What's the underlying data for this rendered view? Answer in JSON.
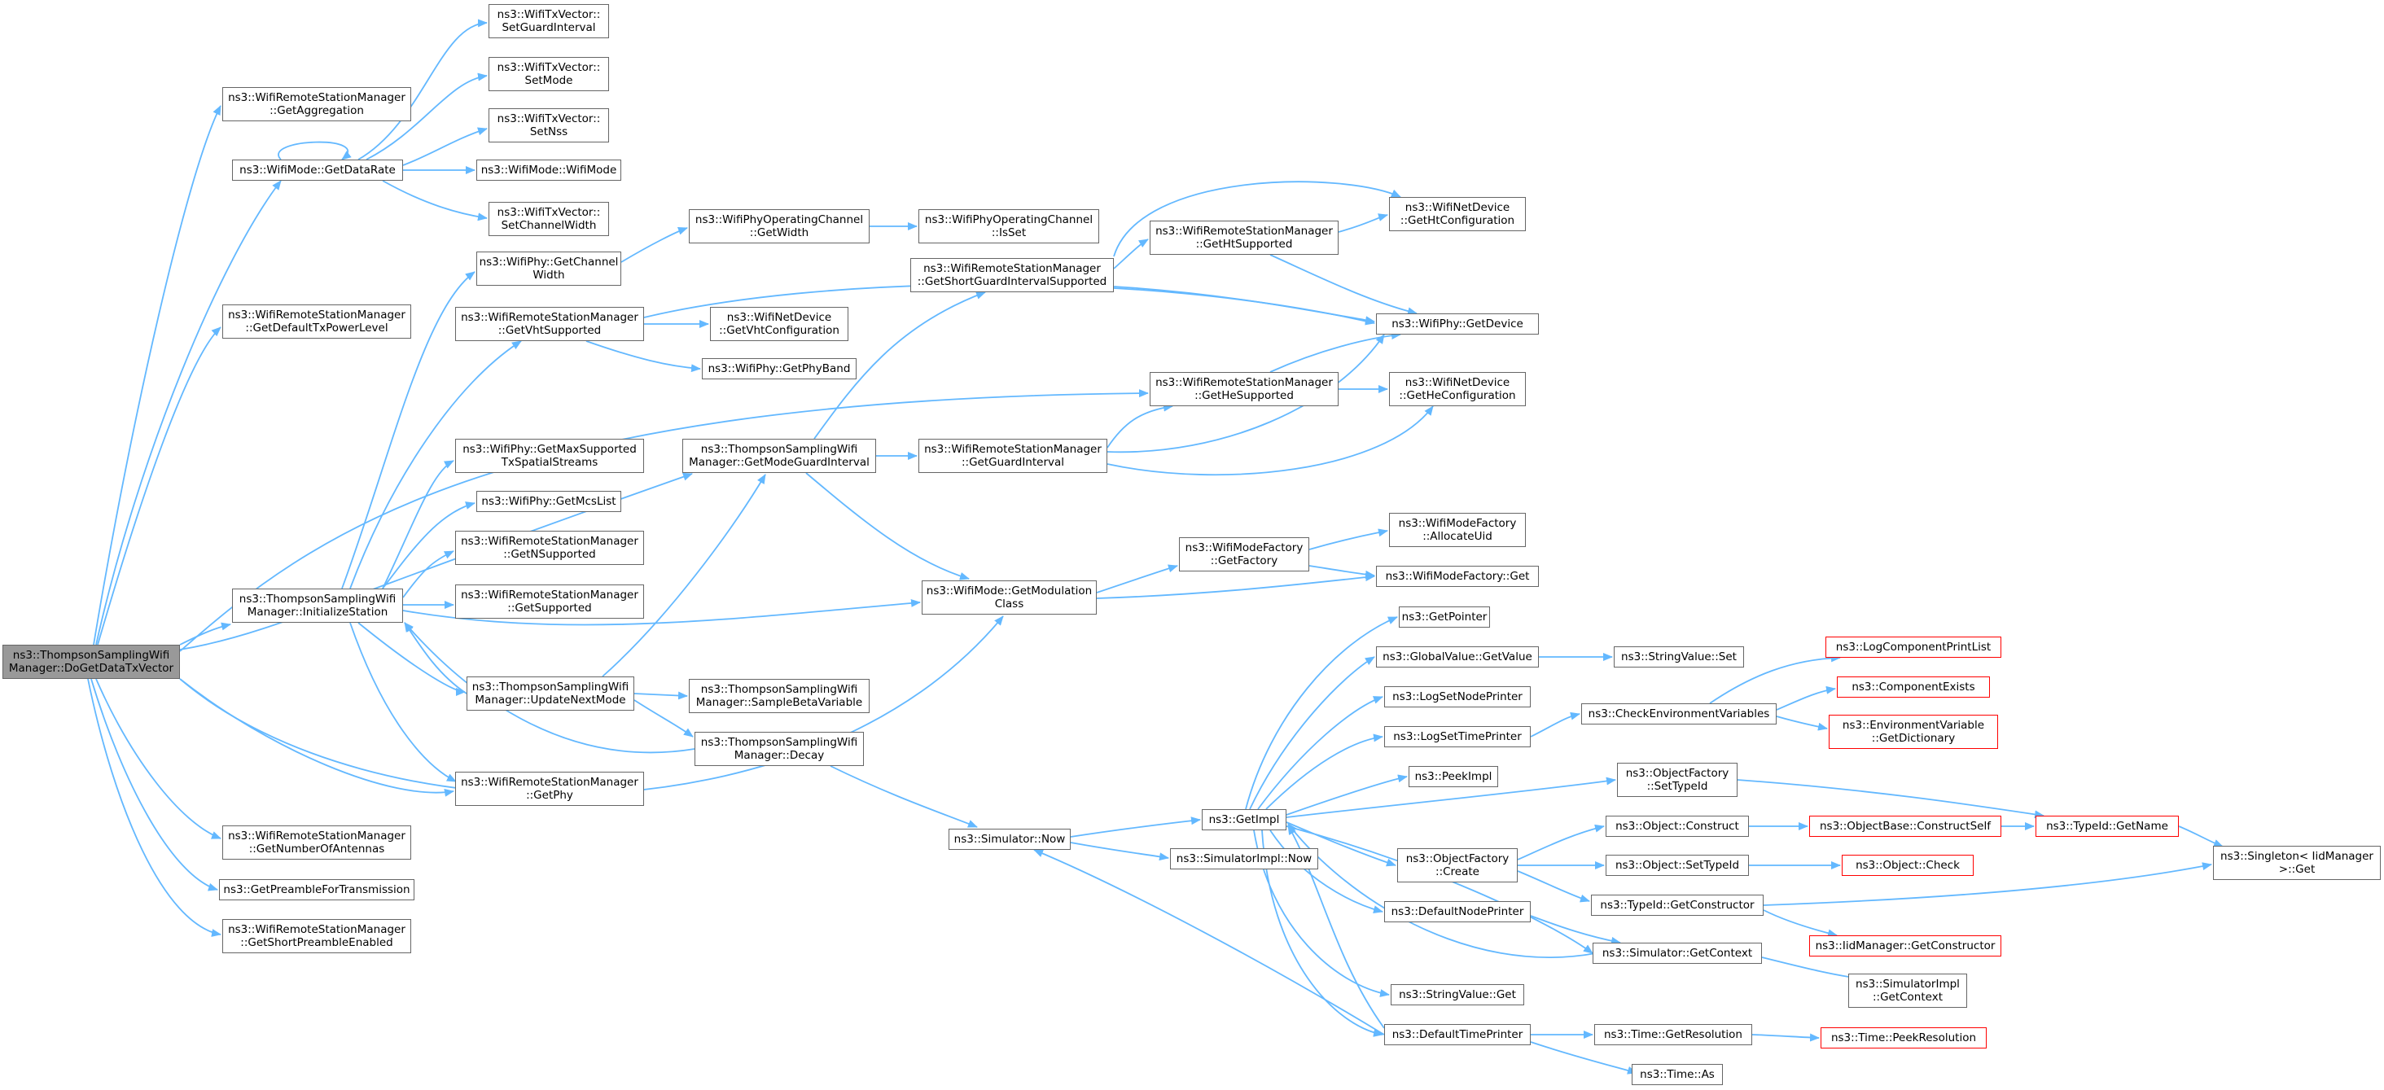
{
  "graph": {
    "edge_color": "#63b8ff",
    "nodes": {
      "root": [
        "ns3::ThompsonSamplingWifi",
        "Manager::DoGetDataTxVector"
      ],
      "getAggregation": [
        "ns3::WifiRemoteStationManager",
        "::GetAggregation"
      ],
      "getDataRate": [
        "ns3::WifiMode::GetDataRate"
      ],
      "getDefaultTxPowerLevel": [
        "ns3::WifiRemoteStationManager",
        "::GetDefaultTxPowerLevel"
      ],
      "initializeStation": [
        "ns3::ThompsonSamplingWifi",
        "Manager::InitializeStation"
      ],
      "getNumberOfAntennas": [
        "ns3::WifiRemoteStationManager",
        "::GetNumberOfAntennas"
      ],
      "getPreambleForTransmission": [
        "ns3::GetPreambleForTransmission"
      ],
      "getShortPreambleEnabled": [
        "ns3::WifiRemoteStationManager",
        "::GetShortPreambleEnabled"
      ],
      "setGuardInterval": [
        "ns3::WifiTxVector::",
        "SetGuardInterval"
      ],
      "setMode": [
        "ns3::WifiTxVector::",
        "SetMode"
      ],
      "setNss": [
        "ns3::WifiTxVector::",
        "SetNss"
      ],
      "wifiModeCtor": [
        "ns3::WifiMode::WifiMode"
      ],
      "setChannelWidth": [
        "ns3::WifiTxVector::",
        "SetChannelWidth"
      ],
      "phyGetChannelWidth": [
        "ns3::WifiPhy::GetChannel",
        "Width"
      ],
      "getVhtSupported": [
        "ns3::WifiRemoteStationManager",
        "::GetVhtSupported"
      ],
      "getMaxSupportedTxSpatialStreams": [
        "ns3::WifiPhy::GetMaxSupported",
        "TxSpatialStreams"
      ],
      "getMcsList": [
        "ns3::WifiPhy::GetMcsList"
      ],
      "getNSupported": [
        "ns3::WifiRemoteStationManager",
        "::GetNSupported"
      ],
      "getSupported": [
        "ns3::WifiRemoteStationManager",
        "::GetSupported"
      ],
      "updateNextMode": [
        "ns3::ThompsonSamplingWifi",
        "Manager::UpdateNextMode"
      ],
      "getPhy": [
        "ns3::WifiRemoteStationManager",
        "::GetPhy"
      ],
      "opChannelGetWidth": [
        "ns3::WifiPhyOperatingChannel",
        "::GetWidth"
      ],
      "getVhtConfiguration": [
        "ns3::WifiNetDevice",
        "::GetVhtConfiguration"
      ],
      "getPhyBand": [
        "ns3::WifiPhy::GetPhyBand"
      ],
      "getModeGuardInterval": [
        "ns3::ThompsonSamplingWifi",
        "Manager::GetModeGuardInterval"
      ],
      "sampleBetaVariable": [
        "ns3::ThompsonSamplingWifi",
        "Manager::SampleBetaVariable"
      ],
      "decay": [
        "ns3::ThompsonSamplingWifi",
        "Manager::Decay"
      ],
      "opChannelIsSet": [
        "ns3::WifiPhyOperatingChannel",
        "::IsSet"
      ],
      "getShortGuardIntervalSupported": [
        "ns3::WifiRemoteStationManager",
        "::GetShortGuardIntervalSupported"
      ],
      "getGuardInterval": [
        "ns3::WifiRemoteStationManager",
        "::GetGuardInterval"
      ],
      "getModulationClass": [
        "ns3::WifiMode::GetModulation",
        "Class"
      ],
      "simulatorNow": [
        "ns3::Simulator::Now"
      ],
      "getHtSupported": [
        "ns3::WifiRemoteStationManager",
        "::GetHtSupported"
      ],
      "getHeSupported": [
        "ns3::WifiRemoteStationManager",
        "::GetHeSupported"
      ],
      "modeFactoryGetFactory": [
        "ns3::WifiModeFactory",
        "::GetFactory"
      ],
      "getImpl": [
        "ns3::GetImpl"
      ],
      "simulatorImplNow": [
        "ns3::SimulatorImpl::Now"
      ],
      "getHtConfiguration": [
        "ns3::WifiNetDevice",
        "::GetHtConfiguration"
      ],
      "phyGetDevice": [
        "ns3::WifiPhy::GetDevice"
      ],
      "getHeConfiguration": [
        "ns3::WifiNetDevice",
        "::GetHeConfiguration"
      ],
      "allocateUid": [
        "ns3::WifiModeFactory",
        "::AllocateUid"
      ],
      "modeFactoryGet": [
        "ns3::WifiModeFactory::Get"
      ],
      "getPointer": [
        "ns3::GetPointer"
      ],
      "globalValueGetValue": [
        "ns3::GlobalValue::GetValue"
      ],
      "logSetNodePrinter": [
        "ns3::LogSetNodePrinter"
      ],
      "logSetTimePrinter": [
        "ns3::LogSetTimePrinter"
      ],
      "peekImpl": [
        "ns3::PeekImpl"
      ],
      "objectFactoryCreate": [
        "ns3::ObjectFactory",
        "::Create"
      ],
      "defaultNodePrinter": [
        "ns3::DefaultNodePrinter"
      ],
      "stringValueGet": [
        "ns3::StringValue::Get"
      ],
      "defaultTimePrinter": [
        "ns3::DefaultTimePrinter"
      ],
      "stringValueSet": [
        "ns3::StringValue::Set"
      ],
      "checkEnvironmentVariables": [
        "ns3::CheckEnvironmentVariables"
      ],
      "objectFactorySetTypeId": [
        "ns3::ObjectFactory",
        "::SetTypeId"
      ],
      "objectConstruct": [
        "ns3::Object::Construct"
      ],
      "objectSetTypeId": [
        "ns3::Object::SetTypeId"
      ],
      "typeIdGetConstructor": [
        "ns3::TypeId::GetConstructor"
      ],
      "simulatorGetContext": [
        "ns3::Simulator::GetContext"
      ],
      "timeGetResolution": [
        "ns3::Time::GetResolution"
      ],
      "timeAs": [
        "ns3::Time::As"
      ],
      "logComponentPrintList": [
        "ns3::LogComponentPrintList"
      ],
      "componentExists": [
        "ns3::ComponentExists"
      ],
      "environmentVariableGetDictionary": [
        "ns3::EnvironmentVariable",
        "::GetDictionary"
      ],
      "objectBaseConstructSelf": [
        "ns3::ObjectBase::ConstructSelf"
      ],
      "objectCheck": [
        "ns3::Object::Check"
      ],
      "iidManagerGetConstructor": [
        "ns3::IidManager::GetConstructor"
      ],
      "simulatorImplGetContext": [
        "ns3::SimulatorImpl",
        "::GetContext"
      ],
      "timePeekResolution": [
        "ns3::Time::PeekResolution"
      ],
      "typeIdGetName": [
        "ns3::TypeId::GetName"
      ],
      "singletonGet": [
        "ns3::Singleton< IidManager",
        ">::Get"
      ]
    }
  }
}
